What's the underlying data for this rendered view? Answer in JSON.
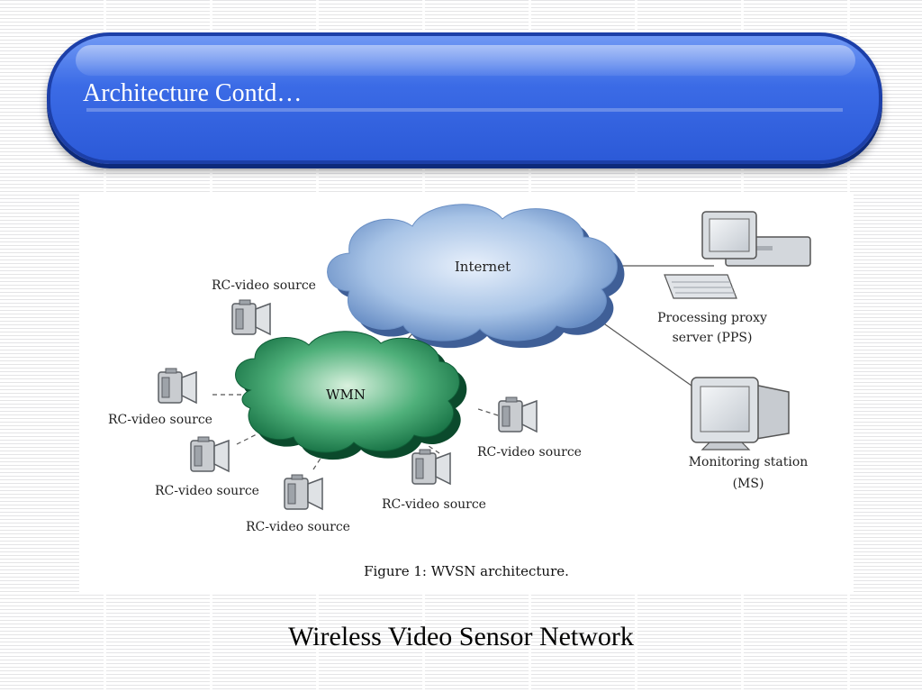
{
  "slide": {
    "title": "Architecture Contd…",
    "caption": "Wireless Video Sensor Network"
  },
  "diagram": {
    "figure_label": "Figure 1: WVSN architecture.",
    "clouds": {
      "internet": "Internet",
      "wmn": "WMN"
    },
    "pps_label_line1": "Processing proxy",
    "pps_label_line2": "server (PPS)",
    "ms_label_line1": "Monitoring station",
    "ms_label_line2": "(MS)",
    "sources": [
      "RC-video source",
      "RC-video source",
      "RC-video source",
      "RC-video source",
      "RC-video source",
      "RC-video source"
    ]
  },
  "colors": {
    "title_bar": "#3b6be6",
    "internet_cloud": "#8fb0d8",
    "wmn_cloud": "#1e8a57"
  }
}
